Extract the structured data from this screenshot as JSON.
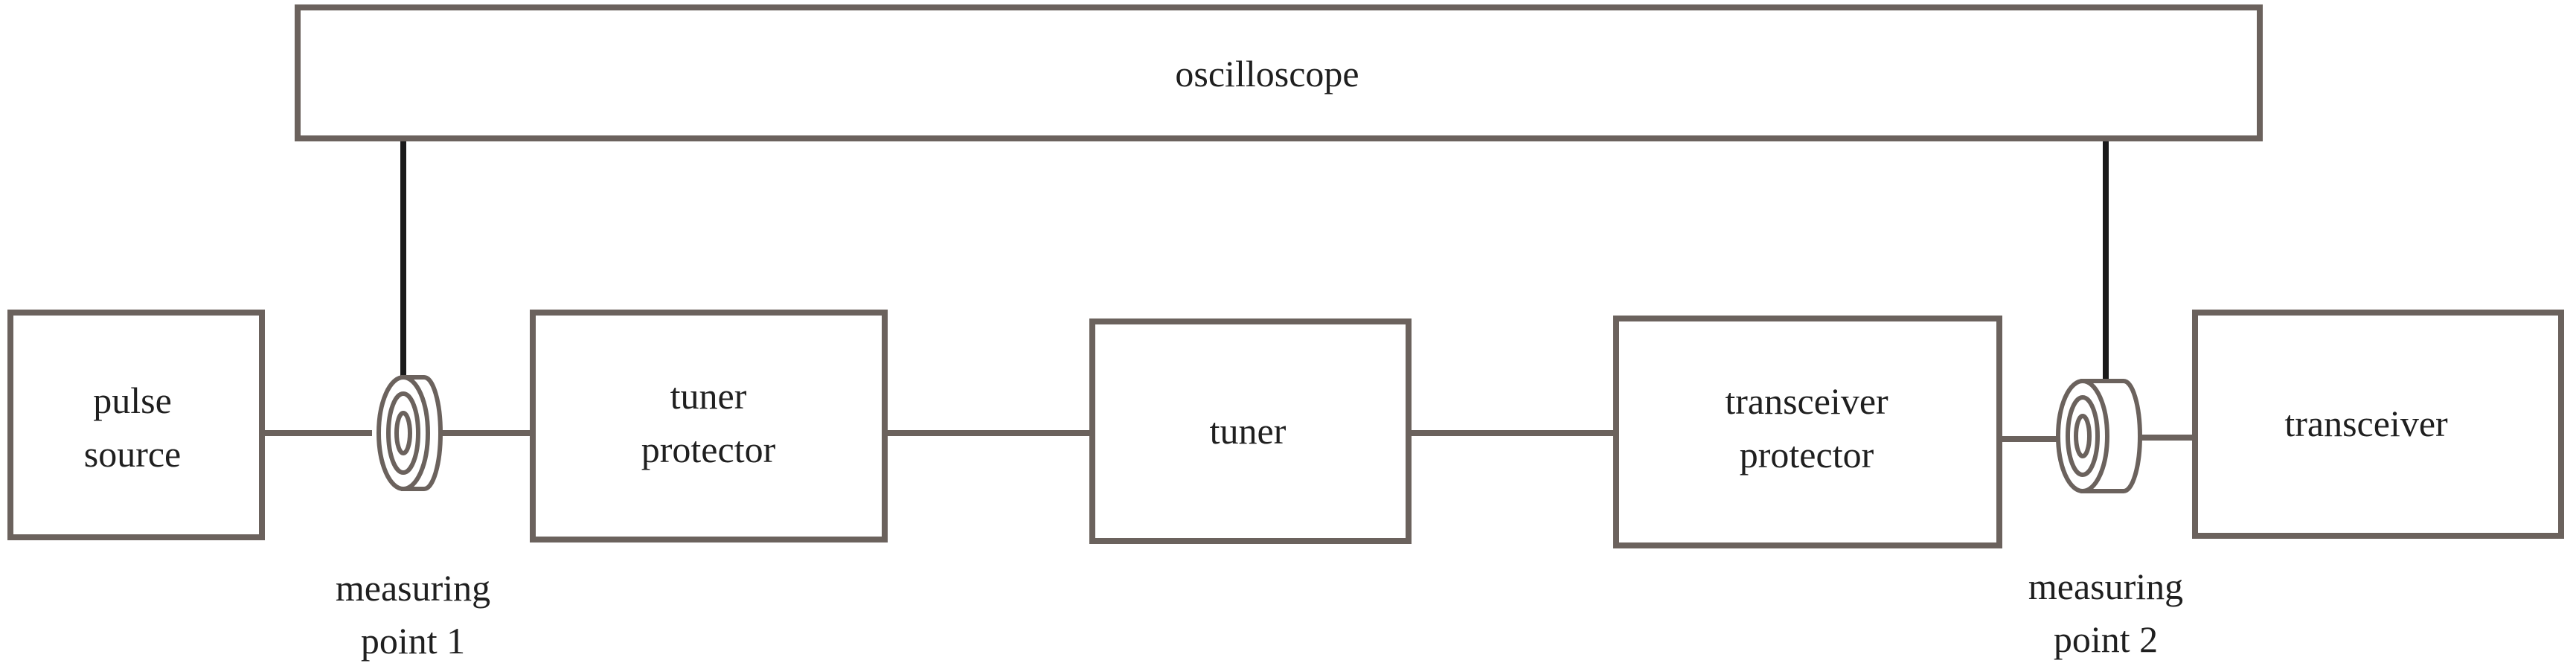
{
  "diagram": {
    "oscilloscope": "oscilloscope",
    "pulse_source": [
      "pulse",
      "source"
    ],
    "tuner_protector": [
      "tuner",
      "protector"
    ],
    "tuner": "tuner",
    "transceiver_protector": [
      "transceiver",
      "protector"
    ],
    "transceiver": "transceiver",
    "measuring_point_1": [
      "measuring",
      "point 1"
    ],
    "measuring_point_2": [
      "measuring",
      "point 2"
    ]
  },
  "colors": {
    "box_stroke": "#6b625d",
    "probe_line": "#1a1a1a",
    "text": "#1f1f1f"
  }
}
